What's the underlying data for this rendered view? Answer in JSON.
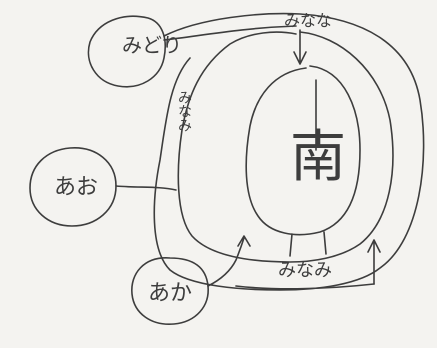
{
  "diagram": {
    "nodes": {
      "midori": "みどり",
      "ao": "あお",
      "aka": "あか"
    },
    "labels": {
      "top": "みなな",
      "left_vertical": "みなみ",
      "bottom": "みなみ",
      "center_kanji": "南"
    },
    "colors": {
      "ink": "#3d3d3d",
      "paper": "#f4f3f0"
    }
  }
}
